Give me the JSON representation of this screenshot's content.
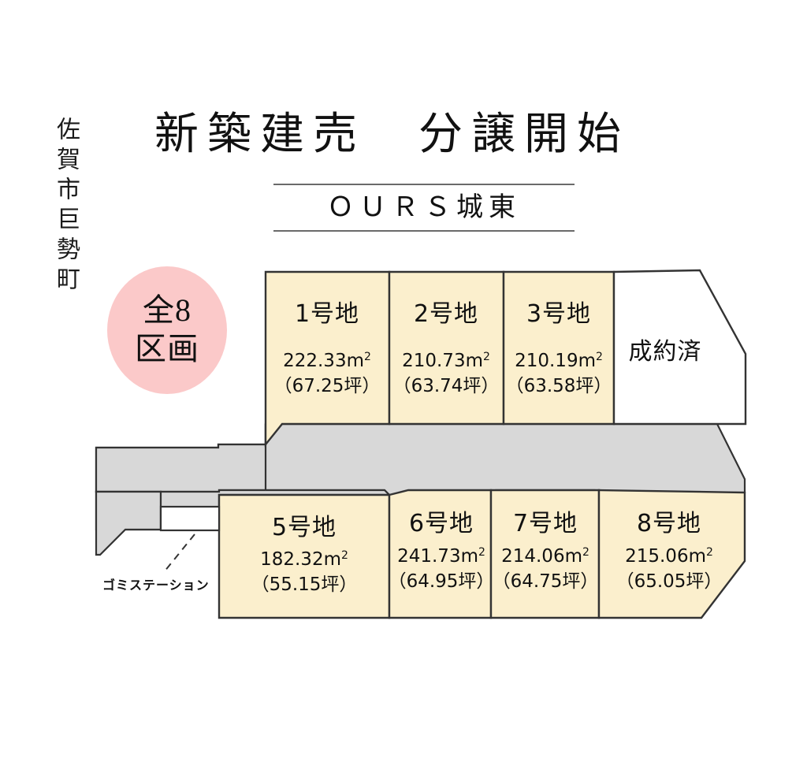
{
  "location": "佐賀市巨勢町",
  "headline": "新築建売　分譲開始",
  "subhead": "ＯＵＲＳ城東",
  "badge": {
    "line1": "全8",
    "line2": "区画"
  },
  "colors": {
    "lot_fill": "#fbefcd",
    "road_fill": "#d8d8d8",
    "badge_fill": "#fbc9c9",
    "sold_fill": "#ffffff",
    "stroke": "#333333"
  },
  "annotations": {
    "gomi_station": "ゴミステーション"
  },
  "lots": [
    {
      "id": "lot-1",
      "name": "1号地",
      "area_m2": "222.33",
      "area_unit": "m",
      "tsubo": "（67.25坪）",
      "status": "available"
    },
    {
      "id": "lot-2",
      "name": "2号地",
      "area_m2": "210.73",
      "area_unit": "m",
      "tsubo": "（63.74坪）",
      "status": "available"
    },
    {
      "id": "lot-3",
      "name": "3号地",
      "area_m2": "210.19",
      "area_unit": "m",
      "tsubo": "（63.58坪）",
      "status": "available"
    },
    {
      "id": "lot-4",
      "name": "成約済",
      "area_m2": "",
      "area_unit": "",
      "tsubo": "",
      "status": "sold"
    },
    {
      "id": "lot-5",
      "name": "5号地",
      "area_m2": "182.32",
      "area_unit": "m",
      "tsubo": "（55.15坪）",
      "status": "available"
    },
    {
      "id": "lot-6",
      "name": "6号地",
      "area_m2": "241.73",
      "area_unit": "m",
      "tsubo": "（64.95坪）",
      "status": "available"
    },
    {
      "id": "lot-7",
      "name": "7号地",
      "area_m2": "214.06",
      "area_unit": "m",
      "tsubo": "（64.75坪）",
      "status": "available"
    },
    {
      "id": "lot-8",
      "name": "8号地",
      "area_m2": "215.06",
      "area_unit": "m",
      "tsubo": "（65.05坪）",
      "status": "available"
    }
  ]
}
